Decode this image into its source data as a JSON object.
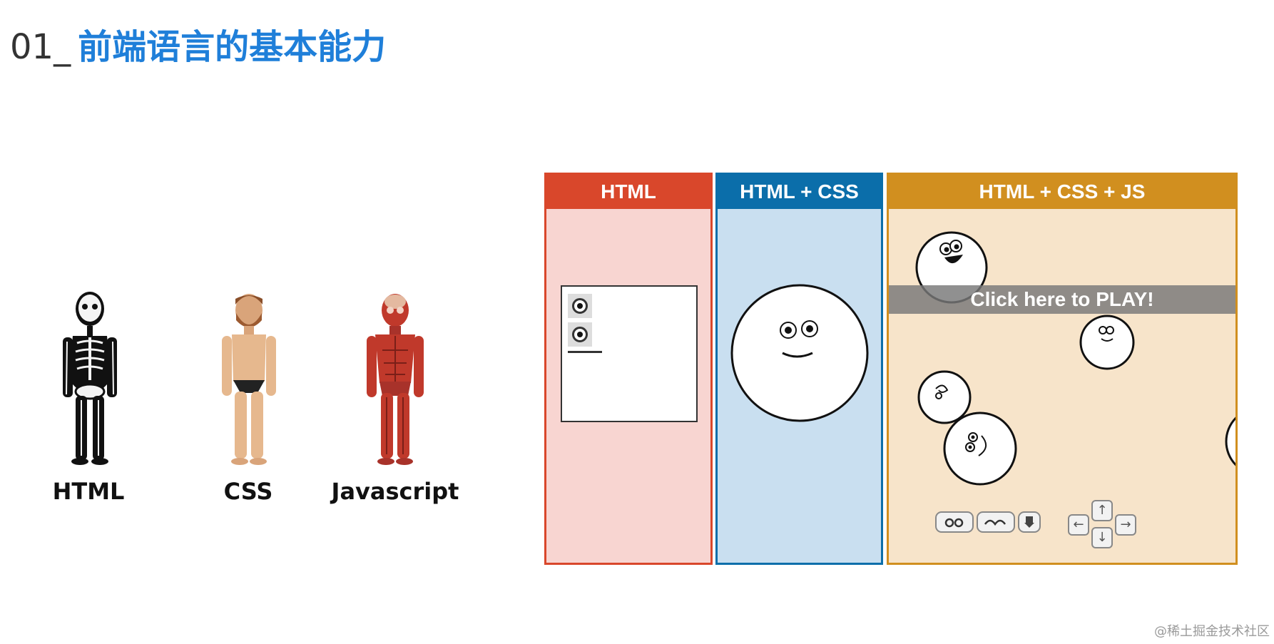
{
  "header": {
    "number": "01_",
    "title": "前端语言的基本能力"
  },
  "figures": [
    {
      "label": "HTML",
      "icon": "skeleton-icon"
    },
    {
      "label": "CSS",
      "icon": "man-icon"
    },
    {
      "label": "Javascript",
      "icon": "muscle-anatomy-icon"
    }
  ],
  "panels": [
    {
      "header": "HTML",
      "color": "#d9472b"
    },
    {
      "header": "HTML + CSS",
      "color": "#0b6eaa"
    },
    {
      "header": "HTML + CSS + JS",
      "color": "#d18f1f",
      "play_label": "Click here to PLAY!"
    }
  ],
  "watermark": "@稀土掘金技术社区"
}
